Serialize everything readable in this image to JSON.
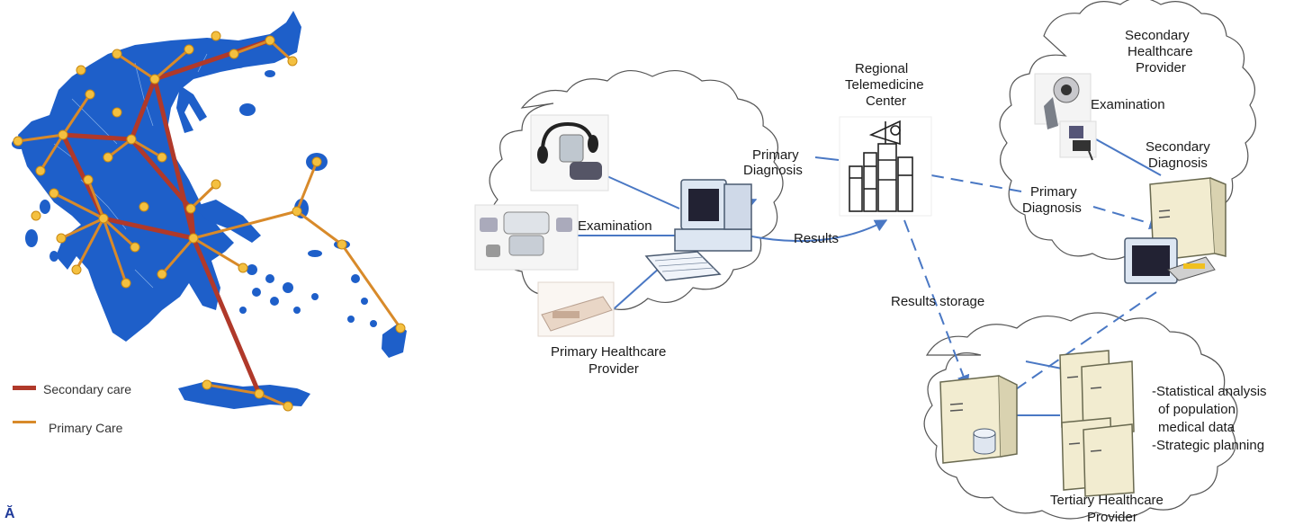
{
  "map": {
    "legend": [
      {
        "label": "Secondary care",
        "color": "#b0392a"
      },
      {
        "label": "Primary Care",
        "color": "#d88a2a"
      }
    ],
    "land_color": "#1e5fc9",
    "node_color": "#f4c040"
  },
  "diagram": {
    "primary_provider": {
      "name": "Primary Healthcare Provider",
      "line1": "Primary Healthcare",
      "line2": "Provider",
      "examination": "Examination",
      "primary_diagnosis_line1": "Primary",
      "primary_diagnosis_line2": "Diagnosis"
    },
    "telemedicine_center": {
      "line1": "Regional",
      "line2": "Telemedicine",
      "line3": "Center"
    },
    "results": "Results",
    "results_storage": "Results storage",
    "secondary_provider": {
      "line1": "Secondary",
      "line2": "Healthcare",
      "line3": "Provider",
      "examination": "Examination",
      "secondary_diagnosis_line1": "Secondary",
      "secondary_diagnosis_line2": "Diagnosis",
      "primary_diagnosis_line1": "Primary",
      "primary_diagnosis_line2": "Diagnosis"
    },
    "tertiary_provider": {
      "line1": "Tertiary Healthcare",
      "line2": "Provider",
      "notes": [
        "-Statistical analysis",
        "of population",
        "medical data",
        "-Strategic planning"
      ]
    },
    "line_color": "#4a78c4"
  },
  "caption_glyph": "Ă"
}
